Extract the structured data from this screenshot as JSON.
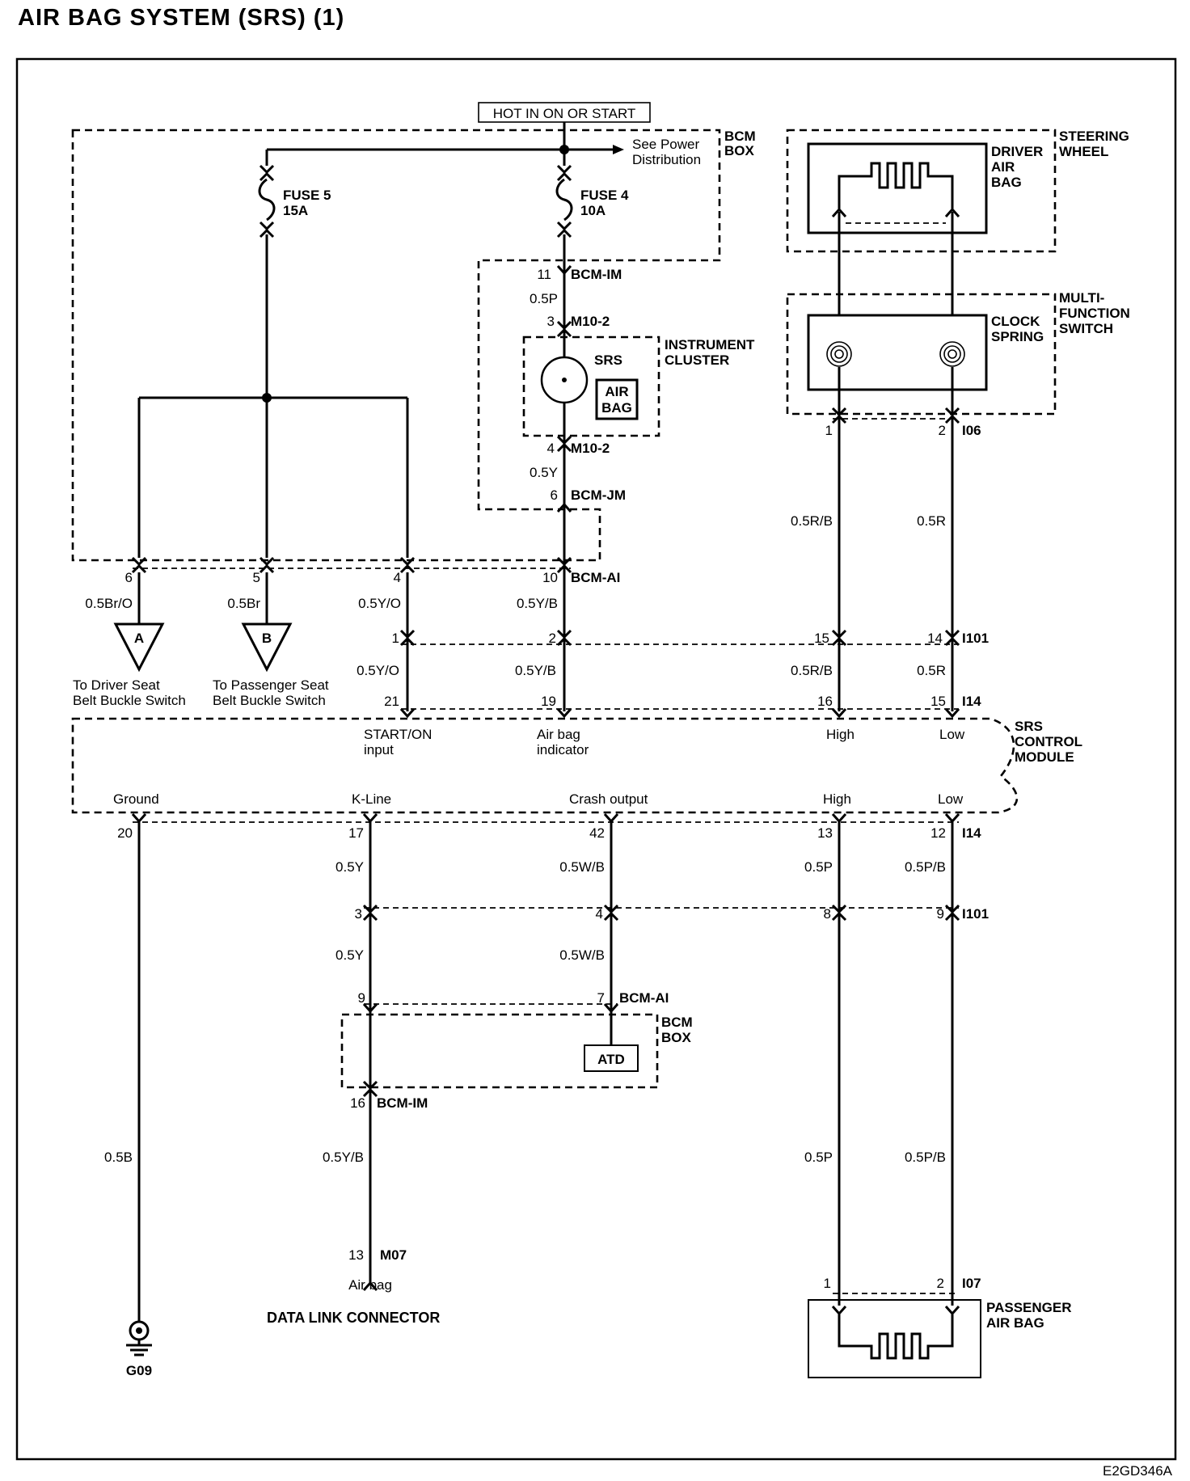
{
  "title": "AIR BAG SYSTEM (SRS) (1)",
  "figure_code": "E2GD346A",
  "power": {
    "hot_label": "HOT IN ON OR START",
    "see_power": [
      "See Power",
      "Distribution"
    ],
    "bcm_box": [
      "BCM",
      "BOX"
    ],
    "fuse5": [
      "FUSE 5",
      "15A"
    ],
    "fuse4": [
      "FUSE 4",
      "10A"
    ]
  },
  "cluster": {
    "label": [
      "INSTRUMENT",
      "CLUSTER"
    ],
    "srs": "SRS",
    "airbag": [
      "AIR",
      "BAG"
    ],
    "pin_top": "11",
    "conn_top": "BCM-IM",
    "wire_top": "0.5P",
    "pin_a": "3",
    "conn_a": "M10-2",
    "pin_b": "4",
    "conn_b": "M10-2",
    "wire_bottom": "0.5Y",
    "pin_bottom": "6",
    "conn_bottom": "BCM-JM"
  },
  "steering": {
    "label": [
      "STEERING",
      "WHEEL"
    ],
    "driver_airbag": [
      "DRIVER",
      "AIR",
      "BAG"
    ]
  },
  "multifunction": {
    "label": [
      "MULTI-",
      "FUNCTION",
      "SWITCH"
    ],
    "clock_spring": [
      "CLOCK",
      "SPRING"
    ],
    "pin1": "1",
    "pin2": "2",
    "conn": "I06",
    "wire1": "0.5R/B",
    "wire2": "0.5R"
  },
  "bcm_out": {
    "pins": [
      "6",
      "5",
      "4",
      "10"
    ],
    "conn": "BCM-AI",
    "wires": [
      "0.5Br/O",
      "0.5Br",
      "0.5Y/O",
      "0.5Y/B"
    ],
    "ref_a": "A",
    "ref_b": "B",
    "driver_seat": [
      "To Driver Seat",
      "Belt Buckle Switch"
    ],
    "passenger_seat": [
      "To Passenger Seat",
      "Belt Buckle Switch"
    ]
  },
  "i101_top": {
    "pins": [
      "1",
      "2",
      "15",
      "14"
    ],
    "conn": "I101",
    "wires": [
      "0.5Y/O",
      "0.5Y/B",
      "0.5R/B",
      "0.5R"
    ]
  },
  "srs_module": {
    "label": [
      "SRS",
      "CONTROL",
      "MODULE"
    ],
    "top_pins": [
      "21",
      "19",
      "16",
      "15"
    ],
    "top_conn": "I14",
    "start_on": [
      "START/ON",
      "input"
    ],
    "airbag_ind": [
      "Air bag",
      "indicator"
    ],
    "high": "High",
    "low": "Low",
    "ground": "Ground",
    "kline": "K-Line",
    "crash": "Crash output",
    "bottom_pins": [
      "20",
      "17",
      "42",
      "13",
      "12"
    ],
    "bottom_conn": "I14"
  },
  "lower": {
    "wires_a": [
      "0.5Y",
      "0.5W/B",
      "0.5P",
      "0.5P/B"
    ],
    "i101_pins": [
      "3",
      "4",
      "8",
      "9"
    ],
    "i101_conn": "I101",
    "wires_b": [
      "0.5Y",
      "0.5W/B"
    ],
    "bcm_pins": [
      "9",
      "7"
    ],
    "bcm_conn": "BCM-AI",
    "bcm_box": [
      "BCM",
      "BOX"
    ],
    "atd": "ATD",
    "pin16": "16",
    "conn16": "BCM-IM",
    "ground_wire": "0.5B",
    "dlc_wire": "0.5Y/B",
    "pass_wire1": "0.5P",
    "pass_wire2": "0.5P/B",
    "dlc_pin": "13",
    "dlc_conn": "M07",
    "dlc_airbag": "Air bag",
    "dlc_label": "DATA LINK CONNECTOR",
    "ground_ref": "G09",
    "pass_pin1": "1",
    "pass_pin2": "2",
    "pass_conn": "I07",
    "passenger_airbag": [
      "PASSENGER",
      "AIR BAG"
    ]
  }
}
